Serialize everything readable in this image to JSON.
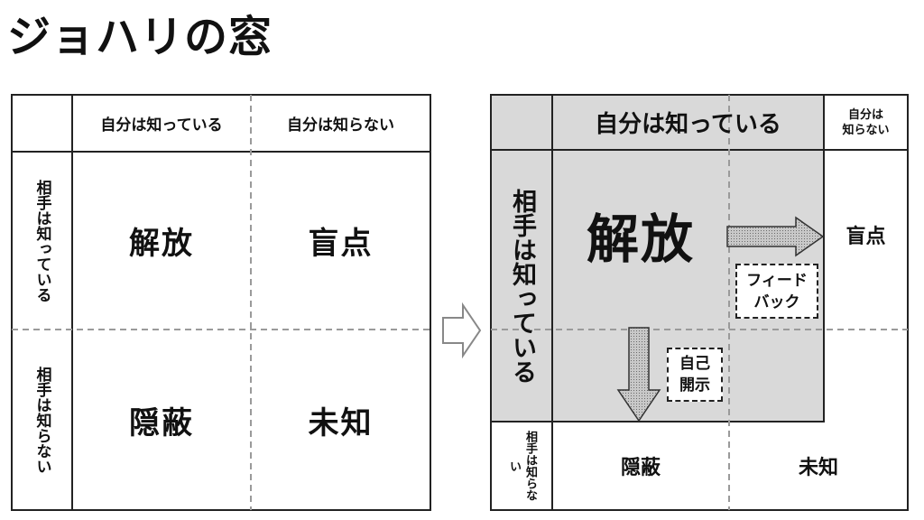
{
  "title": "ジョハリの窓",
  "colors": {
    "line": "#222222",
    "dash": "#9a9a9a",
    "shade": "#d9d9d9"
  },
  "left_grid": {
    "col_self_knows": "自分は知っている",
    "col_self_unknown": "自分は知らない",
    "row_others_know": "相手は知っている",
    "row_others_unknown": "相手は知らない",
    "open": "解放",
    "blind": "盲点",
    "hidden": "隠蔽",
    "unknown": "未知"
  },
  "right_grid": {
    "col_self_knows": "自分は知っている",
    "col_self_unknown": "自分は\n知らない",
    "row_others_know": "相手は知っている",
    "row_others_unknown": "相手は知らない",
    "open": "解放",
    "blind": "盲点",
    "hidden": "隠蔽",
    "unknown": "未知",
    "feedback_label": "フィード\nバック",
    "self_disclosure_label": "自己\n開示"
  },
  "icons": {
    "transition_arrow": "right-arrow-outline-icon",
    "feedback_arrow": "right-arrow-hatched-icon",
    "disclosure_arrow": "down-arrow-hatched-icon"
  }
}
